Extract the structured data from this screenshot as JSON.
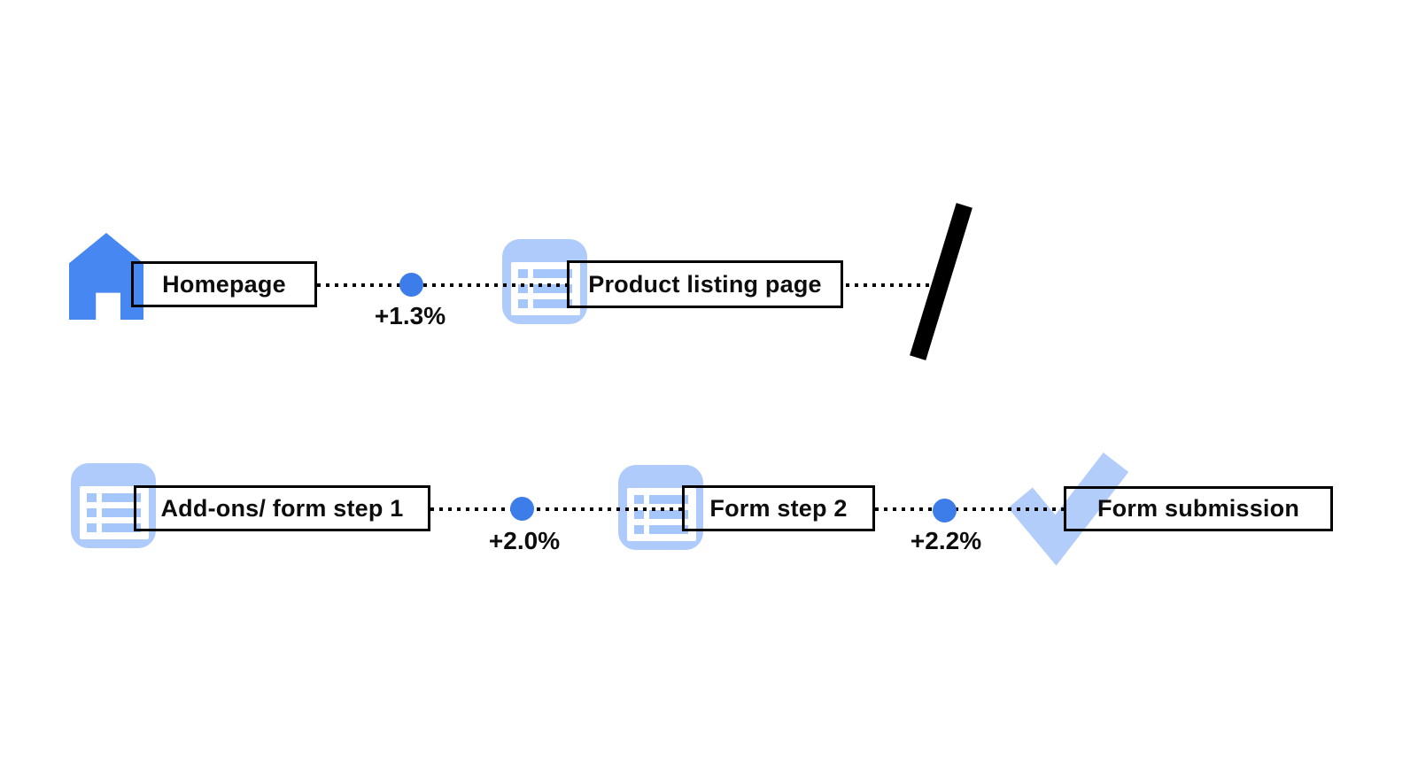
{
  "diagram_title": "conversion-flow",
  "steps": {
    "homepage": {
      "label": "Homepage",
      "icon": "home-icon"
    },
    "product_listing": {
      "label": "Product listing page",
      "icon": "list-icon"
    },
    "addons_form_step_1": {
      "label": "Add-ons/ form step 1",
      "icon": "list-icon"
    },
    "form_step_2": {
      "label": "Form step 2",
      "icon": "list-icon"
    },
    "form_submission": {
      "label": "Form submission",
      "icon": "checkmark-icon"
    }
  },
  "connectors": {
    "homepage_to_product": {
      "delta": "+1.3%"
    },
    "product_to_break": {
      "delta": ""
    },
    "addons_to_form2": {
      "delta": "+2.0%"
    },
    "form2_to_submission": {
      "delta": "+2.2%"
    }
  },
  "colors": {
    "primary_blue": "#4687F2",
    "dot_blue": "#3C7DE9",
    "icon_light_blue": "#AECBFC",
    "icon_row_blue": "#A5C6FA",
    "check_blue": "#B3CDFA",
    "ink": "#000000",
    "background": "#FFFFFF"
  }
}
